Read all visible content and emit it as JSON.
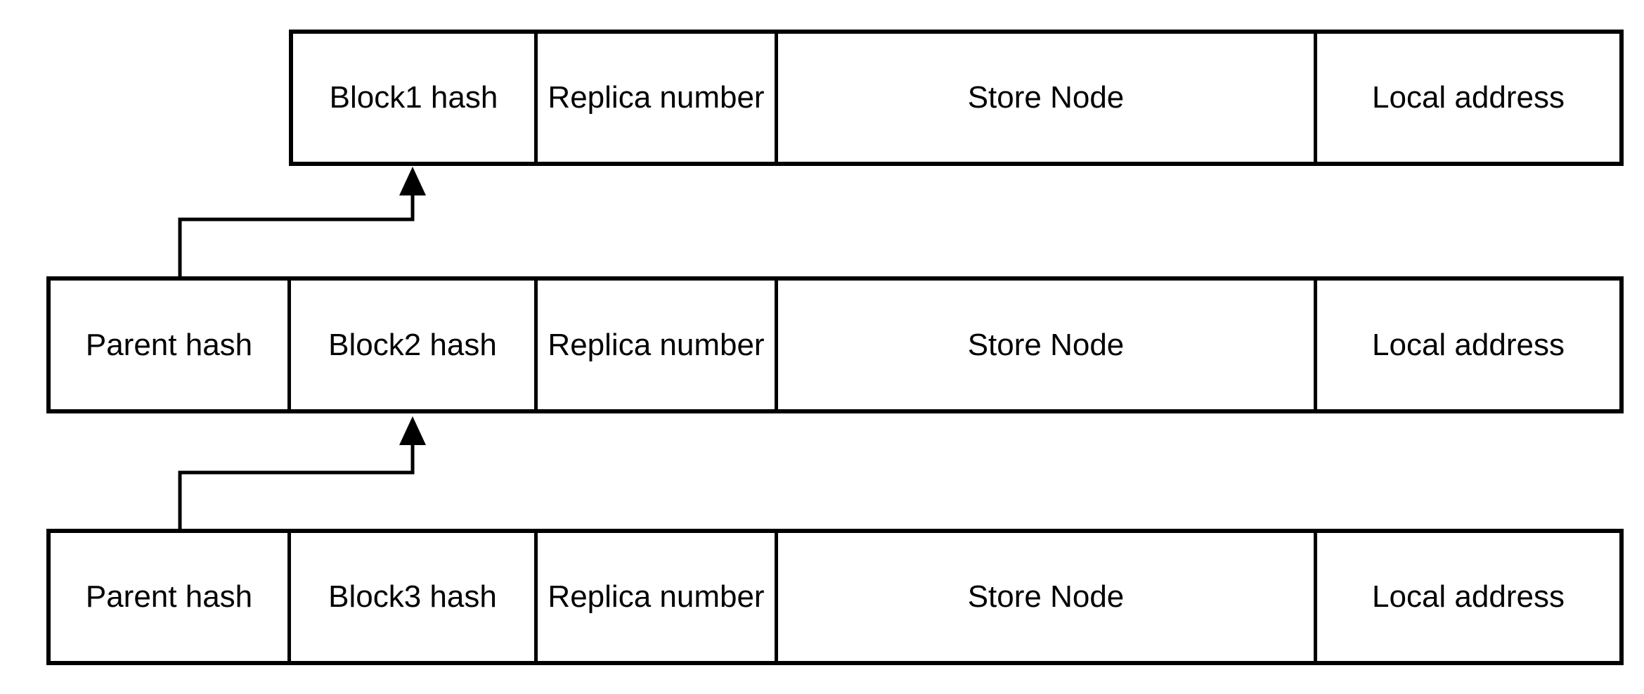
{
  "diagram": {
    "title": "Blockchain block records with replica storage fields",
    "colors": {
      "background": "#ffffff",
      "line": "#000000",
      "text": "#000000"
    },
    "rows": [
      {
        "id": "block1-record",
        "cells": [
          {
            "label": "Block1 hash"
          },
          {
            "label": "Replica number"
          },
          {
            "label": "Store Node"
          },
          {
            "label": "Local address"
          }
        ]
      },
      {
        "id": "block2-record",
        "cells": [
          {
            "label": "Parent hash"
          },
          {
            "label": "Block2 hash"
          },
          {
            "label": "Replica number"
          },
          {
            "label": "Store Node"
          },
          {
            "label": "Local address"
          }
        ]
      },
      {
        "id": "block3-record",
        "cells": [
          {
            "label": "Parent hash"
          },
          {
            "label": "Block3 hash"
          },
          {
            "label": "Replica number"
          },
          {
            "label": "Store Node"
          },
          {
            "label": "Local address"
          }
        ]
      }
    ],
    "arrows": [
      {
        "from": "block2-record.parent-hash",
        "to": "block1-record.block1-hash"
      },
      {
        "from": "block3-record.parent-hash",
        "to": "block2-record.block2-hash"
      }
    ]
  }
}
